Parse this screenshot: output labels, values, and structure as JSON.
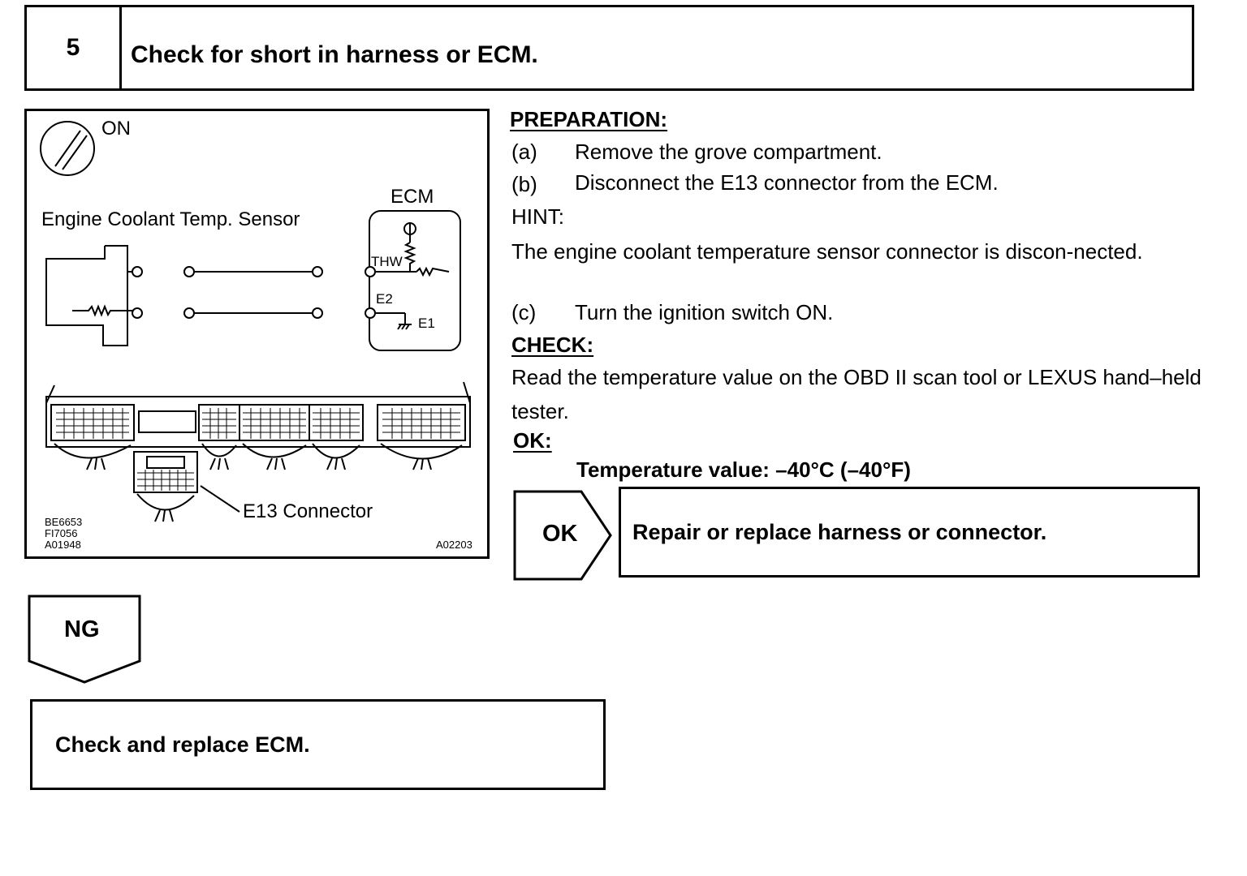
{
  "step": {
    "number": "5",
    "title": "Check for short in harness or ECM."
  },
  "diagram": {
    "ignition_label": "ON",
    "ecm_label": "ECM",
    "sensor_label": "Engine Coolant Temp. Sensor",
    "thw_label": "THW",
    "e2_label": "E2",
    "e1_label": "E1",
    "connector_label": "E13 Connector",
    "codes": [
      "BE6653",
      "FI7056",
      "A01948"
    ],
    "figure_id": "A02203"
  },
  "preparation": {
    "heading": "PREPARATION:",
    "items": [
      {
        "label": "(a)",
        "text": "Remove the grove compartment."
      },
      {
        "label": "(b)",
        "text": "Disconnect the E13 connector from the ECM."
      }
    ],
    "hint_heading": "HINT:",
    "hint_text": "The engine coolant temperature sensor connector is discon-nected.",
    "items_after_hint": [
      {
        "label": "(c)",
        "text": "Turn the ignition switch ON."
      }
    ]
  },
  "check": {
    "heading": "CHECK:",
    "text": "Read the temperature value on the OBD II scan tool or LEXUS hand–held tester."
  },
  "ok_spec": {
    "heading": "OK:",
    "standard": "Temperature value: –40°C (–40°F)"
  },
  "results": {
    "ok_label": "OK",
    "ok_action": "Repair or replace harness or connector.",
    "ng_label": "NG",
    "ng_action": "Check and replace ECM."
  }
}
